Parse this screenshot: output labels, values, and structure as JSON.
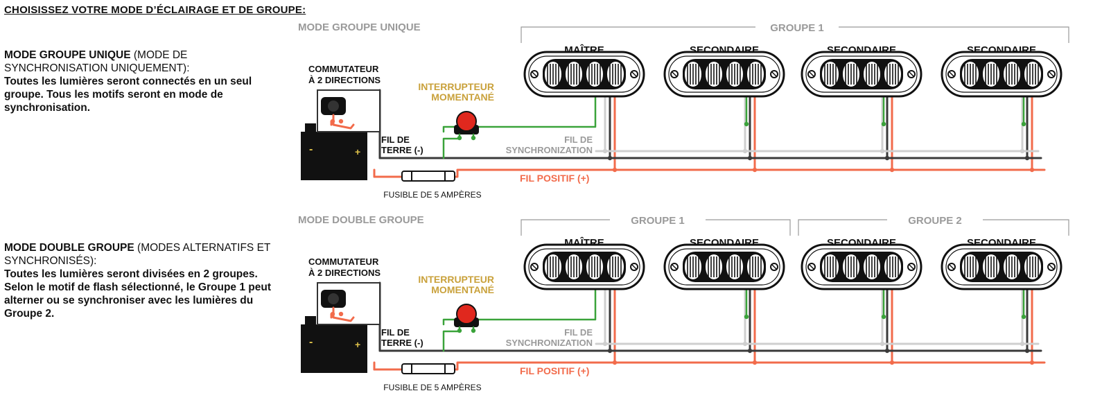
{
  "header": {
    "title": "CHOISISSEZ VOTRE MODE D’ÉCLAIRAGE ET DE GROUPE:"
  },
  "single": {
    "mode_name": "MODE GROUPE UNIQUE",
    "mode_suffix": " (MODE DE SYNCHRONISATION UNIQUEMENT):",
    "description": "Toutes les lumières seront connectés en un seul groupe. Tous les motifs seront en mode de synchronisation.",
    "diagram_label": "MODE GROUPE UNIQUE",
    "groups": [
      "GROUPE 1"
    ],
    "lights": [
      "MAÎTRE",
      "SECONDAIRE",
      "SECONDAIRE",
      "SECONDAIRE"
    ],
    "switch_label_1": "COMMUTATEUR",
    "switch_label_2": "À 2 DIRECTIONS",
    "button_label_1": "INTERRUPTEUR",
    "button_label_2": "MOMENTANÉ",
    "ground_label_1": "FIL DE",
    "ground_label_2": "TERRE (-)",
    "sync_label_1": "FIL DE",
    "sync_label_2": "SYNCHRONIZATION",
    "positive_label": "FIL POSITIF (+)",
    "fuse_label": "FUSIBLE DE 5 AMPÈRES"
  },
  "dual": {
    "mode_name": "MODE DOUBLE GROUPE",
    "mode_suffix": " (MODES ALTERNATIFS ET SYNCHRONISÉS):",
    "description": "Toutes les lumières seront divisées en 2 groupes. Selon le motif de flash sélectionné, le Groupe 1 peut alterner ou se synchroniser avec les lumières du Groupe 2.",
    "diagram_label": "MODE DOUBLE GROUPE",
    "groups": [
      "GROUPE 1",
      "GROUPE 2"
    ],
    "lights": [
      "MAÎTRE",
      "SECONDAIRE",
      "SECONDAIRE",
      "SECONDAIRE"
    ],
    "switch_label_1": "COMMUTATEUR",
    "switch_label_2": "À 2 DIRECTIONS",
    "button_label_1": "INTERRUPTEUR",
    "button_label_2": "MOMENTANÉ",
    "ground_label_1": "FIL DE",
    "ground_label_2": "TERRE (-)",
    "sync_label_1": "FIL DE",
    "sync_label_2": "SYNCHRONIZATION",
    "positive_label": "FIL POSITIF (+)",
    "fuse_label": "FUSIBLE DE 5 AMPÈRES"
  },
  "colors": {
    "wire_positive": "#f26b4b",
    "wire_ground": "#3a3a3a",
    "wire_sync": "#cfcfcf",
    "wire_signal": "#3aa33a",
    "button_red": "#e0281e",
    "label_gold": "#c9a13b",
    "label_gray": "#9a9a9a"
  }
}
